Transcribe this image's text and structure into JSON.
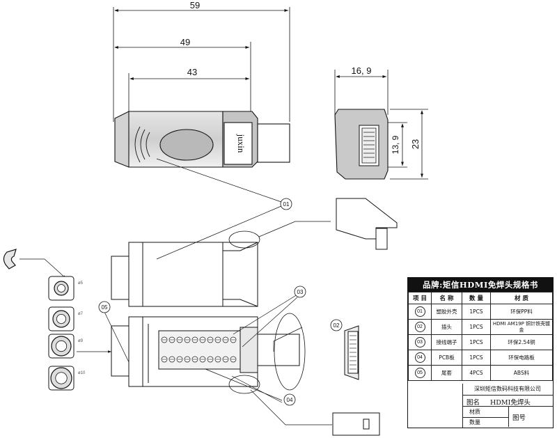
{
  "dimensions": {
    "overall_length": "59",
    "mid_length": "49",
    "body_length": "43",
    "side_width": "16, 9",
    "side_inner_height": "13, 9",
    "side_height": "23"
  },
  "brand_text": "juxin",
  "callouts": [
    "01",
    "02",
    "03",
    "04",
    "05"
  ],
  "ring_labels": [
    "ø5",
    "ø7",
    "ø9",
    "ø10"
  ],
  "spec_table": {
    "title": "品牌:矩信HDMI免焊头规格书",
    "headers": [
      "项 目",
      "名 称",
      "数 量",
      "材 质"
    ],
    "rows": [
      {
        "item": "01",
        "name": "塑胶外壳",
        "qty": "1PCS",
        "material": "环保PP料"
      },
      {
        "item": "02",
        "name": "插头",
        "qty": "1PCS",
        "material": "HDMI AM19P 铜针铁壳镀金"
      },
      {
        "item": "03",
        "name": "接线端子",
        "qty": "1PCS",
        "material": "环保2.54铜"
      },
      {
        "item": "04",
        "name": "PCB板",
        "qty": "1PCS",
        "material": "环保电路板"
      },
      {
        "item": "05",
        "name": "尾套",
        "qty": "4PCS",
        "material": "ABS料"
      }
    ],
    "company": "深圳矩信数码科技有限公司",
    "drawing_name_label": "图名",
    "drawing_name_value": "HDMI免焊头",
    "material_label": "材质",
    "quantity_label": "数量",
    "drawing_no_label": "图号"
  },
  "colors": {
    "line": "#111111",
    "shade": "#c8c8c8",
    "fill_dark": "#888888"
  }
}
